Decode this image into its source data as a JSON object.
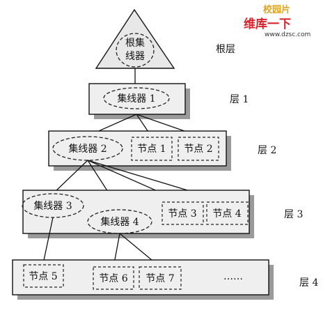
{
  "root": {
    "label_line1": "根集",
    "label_line2": "线器",
    "layer_label": "根层"
  },
  "layers": [
    {
      "layer_label": "层 1",
      "hubs": [
        "集线器 1"
      ],
      "nodes": []
    },
    {
      "layer_label": "层 2",
      "hubs": [
        "集线器 2"
      ],
      "nodes": [
        "节点 1",
        "节点 2"
      ]
    },
    {
      "layer_label": "层 3",
      "hubs": [
        "集线器 3",
        "集线器 4"
      ],
      "nodes": [
        "节点 3",
        "节点 4"
      ]
    },
    {
      "layer_label": "层 4",
      "hubs": [],
      "nodes": [
        "节点 5",
        "节点 6",
        "节点 7"
      ],
      "ellipsis": "……"
    }
  ],
  "watermark": {
    "top": "校园片",
    "brand": "维库一下",
    "url": "www.dzsc.com"
  }
}
